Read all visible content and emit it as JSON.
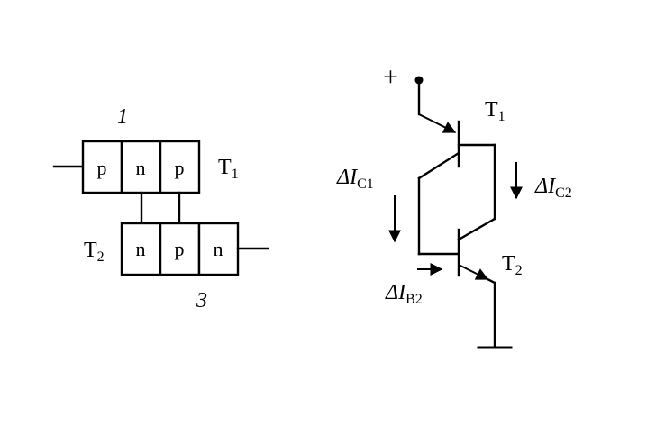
{
  "left_diagram": {
    "top_layers": [
      "p",
      "n",
      "p"
    ],
    "bottom_layers": [
      "n",
      "p",
      "n"
    ],
    "top_label_main": "T",
    "top_label_sub": "1",
    "bottom_label_main": "T",
    "bottom_label_sub": "2",
    "terminal_top": "1",
    "terminal_bottom": "3"
  },
  "right_diagram": {
    "supply_sign": "+",
    "t1_main": "T",
    "t1_sub": "1",
    "t2_main": "T",
    "t2_sub": "2",
    "ic1_prefix": "ΔI",
    "ic1_sub": "C1",
    "ic2_prefix": "ΔI",
    "ic2_sub": "C2",
    "ib2_prefix": "ΔI",
    "ib2_sub": "B2"
  }
}
